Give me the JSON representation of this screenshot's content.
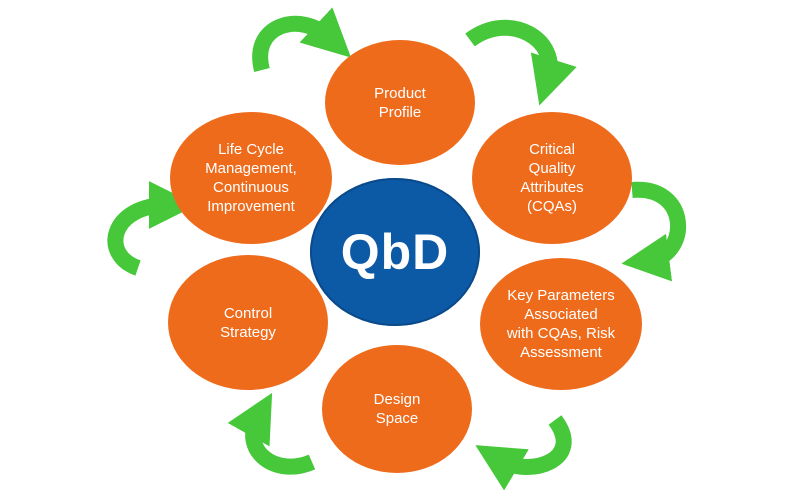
{
  "center": {
    "label": "QbD"
  },
  "nodes": [
    {
      "id": "product-profile",
      "label": "Product\nProfile"
    },
    {
      "id": "cqas",
      "label": "Critical\nQuality\nAttributes\n(CQAs)"
    },
    {
      "id": "key-parameters",
      "label": "Key Parameters\nAssociated\nwith CQAs, Risk\nAssessment"
    },
    {
      "id": "design-space",
      "label": "Design\nSpace"
    },
    {
      "id": "control-strategy",
      "label": "Control\nStrategy"
    },
    {
      "id": "life-cycle",
      "label": "Life Cycle\nManagement,\nContinuous\nImprovement"
    }
  ],
  "colors": {
    "node": "#ef6b1c",
    "center": "#0c5aa6",
    "arrow": "#46c83a",
    "text": "#ffffff"
  },
  "icons": [
    "cycle-arrow-icon"
  ]
}
